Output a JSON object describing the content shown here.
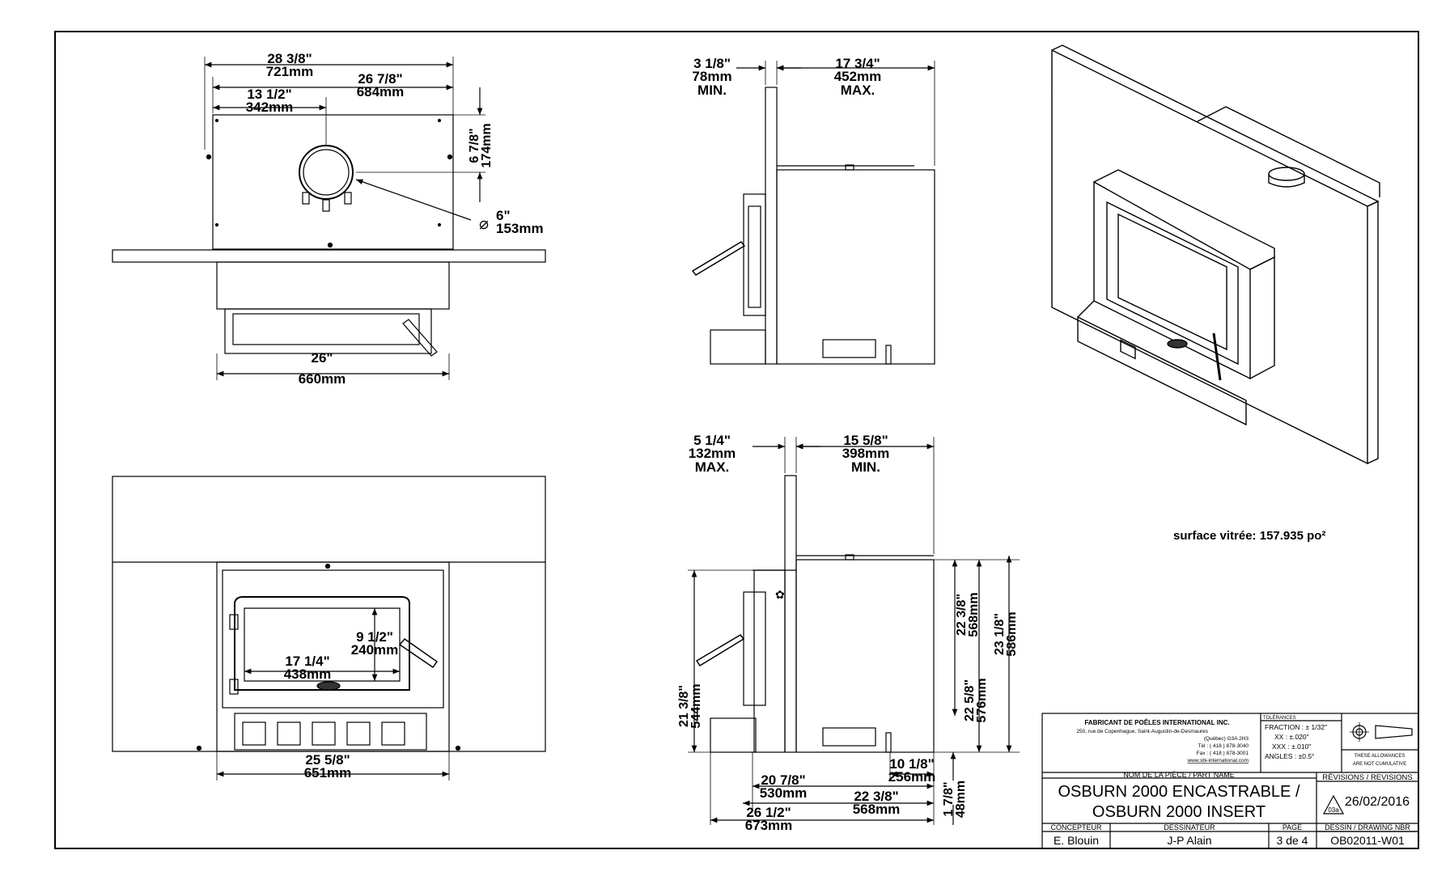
{
  "top_view": {
    "overall_width": {
      "in": "28 3/8\"",
      "mm": "721mm"
    },
    "hole_spacing": {
      "in": "26 7/8\"",
      "mm": "684mm"
    },
    "flue_offset": {
      "in": "13 1/2\"",
      "mm": "342mm"
    },
    "flue_depth": {
      "in": "6 7/8\"",
      "mm": "174mm"
    },
    "flue_diameter": {
      "in": "6\"",
      "mm": "153mm"
    },
    "body_width": {
      "in": "26\"",
      "mm": "660mm"
    }
  },
  "side_view_upper": {
    "surround_gap": {
      "in": "3 1/8\"",
      "mm": "78mm",
      "note": "MIN."
    },
    "insertion_depth": {
      "in": "17 3/4\"",
      "mm": "452mm",
      "note": "MAX."
    }
  },
  "side_view_lower": {
    "surround_gap": {
      "in": "5 1/4\"",
      "mm": "132mm",
      "note": "MAX."
    },
    "insertion_depth": {
      "in": "15 5/8\"",
      "mm": "398mm",
      "note": "MIN."
    },
    "height_inner": {
      "in": "22 3/8\"",
      "mm": "568mm"
    },
    "height_overall": {
      "in": "23 1/8\"",
      "mm": "586mm"
    },
    "height_front": {
      "in": "21 3/8\"",
      "mm": "544mm"
    },
    "height_back": {
      "in": "22 5/8\"",
      "mm": "576mm"
    },
    "leg_offset": {
      "in": "10 1/8\"",
      "mm": "256mm"
    },
    "depth_a": {
      "in": "20 7/8\"",
      "mm": "530mm"
    },
    "depth_b": {
      "in": "22 3/8\"",
      "mm": "568mm"
    },
    "depth_total": {
      "in": "26 1/2\"",
      "mm": "673mm"
    },
    "base_height": {
      "in": "1 7/8\"",
      "mm": "48mm"
    }
  },
  "front_view": {
    "glass_width": {
      "in": "17 1/4\"",
      "mm": "438mm"
    },
    "glass_height": {
      "in": "9 1/2\"",
      "mm": "240mm"
    },
    "body_width": {
      "in": "25 5/8\"",
      "mm": "651mm"
    }
  },
  "glass_area": "surface vitrée: 157.935 po²",
  "title_block": {
    "company": "FABRICANT DE POÊLES INTERNATIONAL INC.",
    "address1": "250, rue de Copenhague, Saint-Augustin-de-Desmaures",
    "address2": "(Québec) G3A 2H3",
    "tel": "Tél : ( 418 ) 878-3040",
    "fax": "Fax : ( 418 ) 878-3001",
    "web": "www.sbi-international.com",
    "tolerances_label": "TOLÉRANCES",
    "tol_fraction": "FRACTION : ± 1/32\"",
    "tol_xx": "XX :    ±.020\"",
    "tol_xxx": "XXX :   ±.010\"",
    "tol_angles": "ANGLES : ±0.5°",
    "allowances": "THESE ALLOWANCES",
    "allowances2": "ARE NOT CUMULATIVE",
    "part_name_label": "NOM DE LA PIÈCE / PART NAME",
    "part_name_1": "OSBURN 2000 ENCASTRABLE /",
    "part_name_2": "OSBURN 2000 INSERT",
    "revisions_label": "RÉVISIONS / REVISIONS",
    "revision_code": "03a",
    "revision_date": "26/02/2016",
    "designer_label": "CONCEPTEUR",
    "designer": "E. Blouin",
    "drafter_label": "DESSINATEUR",
    "drafter": "J-P Alain",
    "page_label": "PAGE",
    "page": "3 de 4",
    "drawing_label": "DESSIN / DRAWING NBR",
    "drawing_number": "OB02011-W01"
  }
}
